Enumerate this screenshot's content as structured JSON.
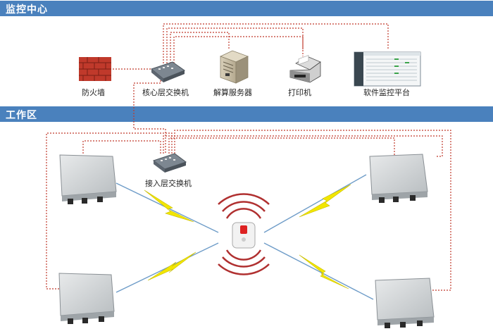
{
  "sections": {
    "monitoring_center": "监控中心",
    "work_area": "工作区"
  },
  "nodes": {
    "firewall": "防火墙",
    "core_switch": "核心层交换机",
    "server": "解算服务器",
    "printer": "打印机",
    "software_platform": "软件监控平台",
    "access_switch": "接入层交换机"
  },
  "colors": {
    "header_bar": "#4a81bd",
    "network_link": "#c0392b",
    "wireless_bolt": "#f2e600",
    "signal_wave": "#b03030"
  }
}
